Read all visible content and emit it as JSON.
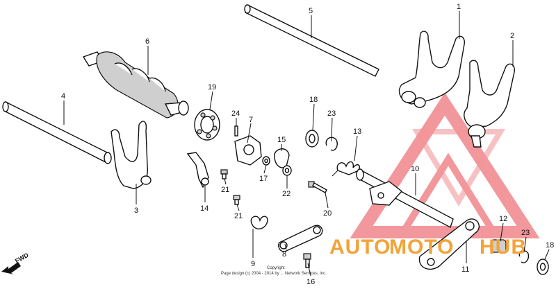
{
  "parts": [
    {
      "number": "1"
    },
    {
      "number": "2"
    },
    {
      "number": "3"
    },
    {
      "number": "4"
    },
    {
      "number": "5"
    },
    {
      "number": "6"
    },
    {
      "number": "7"
    },
    {
      "number": "8"
    },
    {
      "number": "9"
    },
    {
      "number": "10"
    },
    {
      "number": "11"
    },
    {
      "number": "12"
    },
    {
      "number": "13"
    },
    {
      "number": "14"
    },
    {
      "number": "15"
    },
    {
      "number": "16"
    },
    {
      "number": "17"
    },
    {
      "number": "18"
    },
    {
      "number": "18"
    },
    {
      "number": "19"
    },
    {
      "number": "20"
    },
    {
      "number": "21"
    },
    {
      "number": "21"
    },
    {
      "number": "22"
    },
    {
      "number": "23"
    },
    {
      "number": "23"
    },
    {
      "number": "24"
    }
  ],
  "direction_label": "FWD",
  "copyright": {
    "line1": "Copyright",
    "line2": "Page design (c) 2004 - 2014 by ... Network Services, Inc."
  },
  "watermark": {
    "text_left": "AUTO",
    "text_mid": "MOTO",
    "text_right": "HUB",
    "color_red": "#e8434a",
    "color_orange": "#f2a33a"
  }
}
